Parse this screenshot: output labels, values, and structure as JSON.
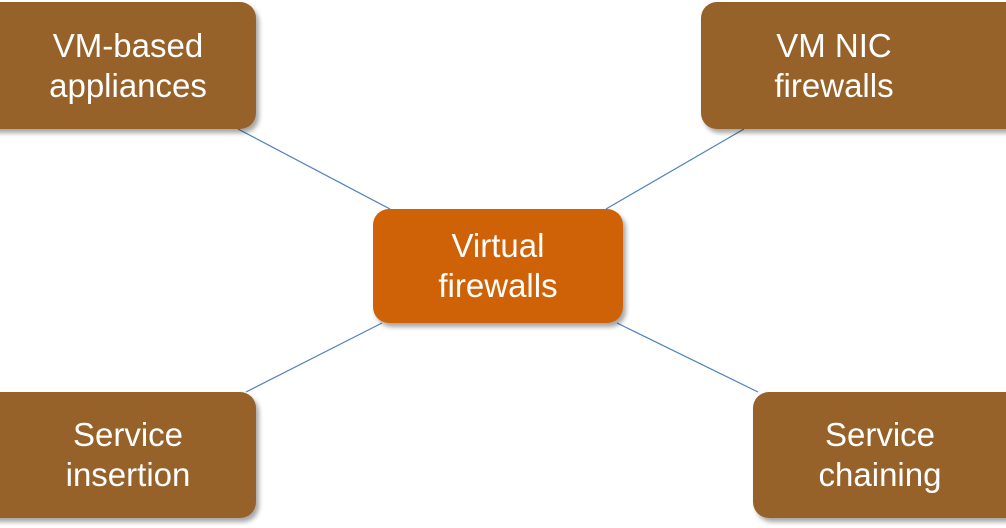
{
  "center": {
    "line1": "Virtual",
    "line2": "firewalls"
  },
  "nodes": {
    "top_left": {
      "line1": "VM-based",
      "line2": "appliances"
    },
    "top_right": {
      "line1": "VM NIC",
      "line2": "firewalls"
    },
    "bottom_left": {
      "line1": "Service",
      "line2": "insertion"
    },
    "bottom_right": {
      "line1": "Service",
      "line2": "chaining"
    }
  },
  "colors": {
    "outer_node": "#96622a",
    "center_node": "#cf6206",
    "connector": "#4f81bd",
    "text": "#ffffff"
  }
}
